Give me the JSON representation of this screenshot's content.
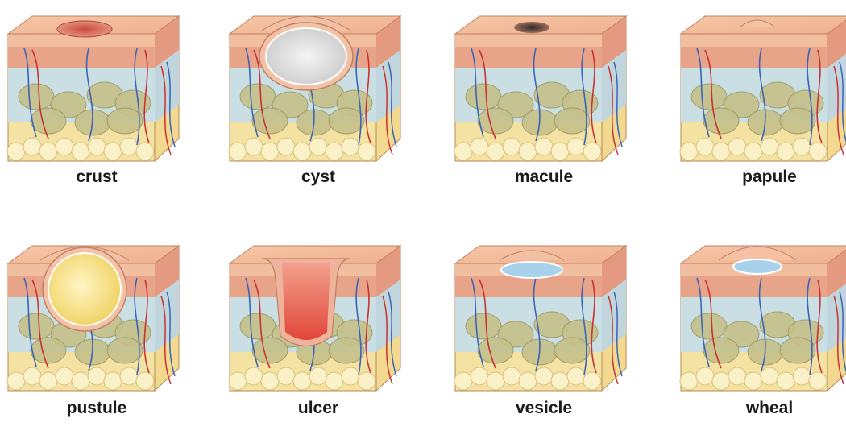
{
  "lesions": [
    {
      "id": "crust",
      "label": "crust"
    },
    {
      "id": "cyst",
      "label": "cyst"
    },
    {
      "id": "macule",
      "label": "macule"
    },
    {
      "id": "papule",
      "label": "papule"
    },
    {
      "id": "pustule",
      "label": "pustule"
    },
    {
      "id": "ulcer",
      "label": "ulcer"
    },
    {
      "id": "vesicle",
      "label": "vesicle"
    },
    {
      "id": "wheal",
      "label": "wheal"
    }
  ]
}
